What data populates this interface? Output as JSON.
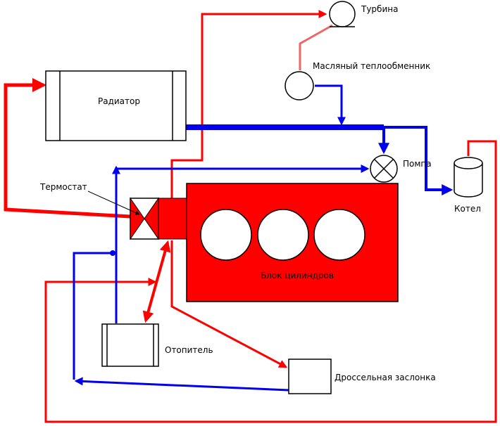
{
  "labels": {
    "turbine": "Турбина",
    "oil_cooler": "Масляный теплообменник",
    "radiator": "Радиатор",
    "thermostat": "Термостат",
    "pump": "Помпа",
    "boiler": "Котел",
    "cylinder_block": "Блок цилиндров",
    "heater": "Отопитель",
    "throttle": "Дроссельная заслонка"
  },
  "colors": {
    "hot": "#ff0000",
    "cold": "#0000ee",
    "oil": "#ee6666",
    "block": "#ff0000",
    "outline": "#000000"
  }
}
